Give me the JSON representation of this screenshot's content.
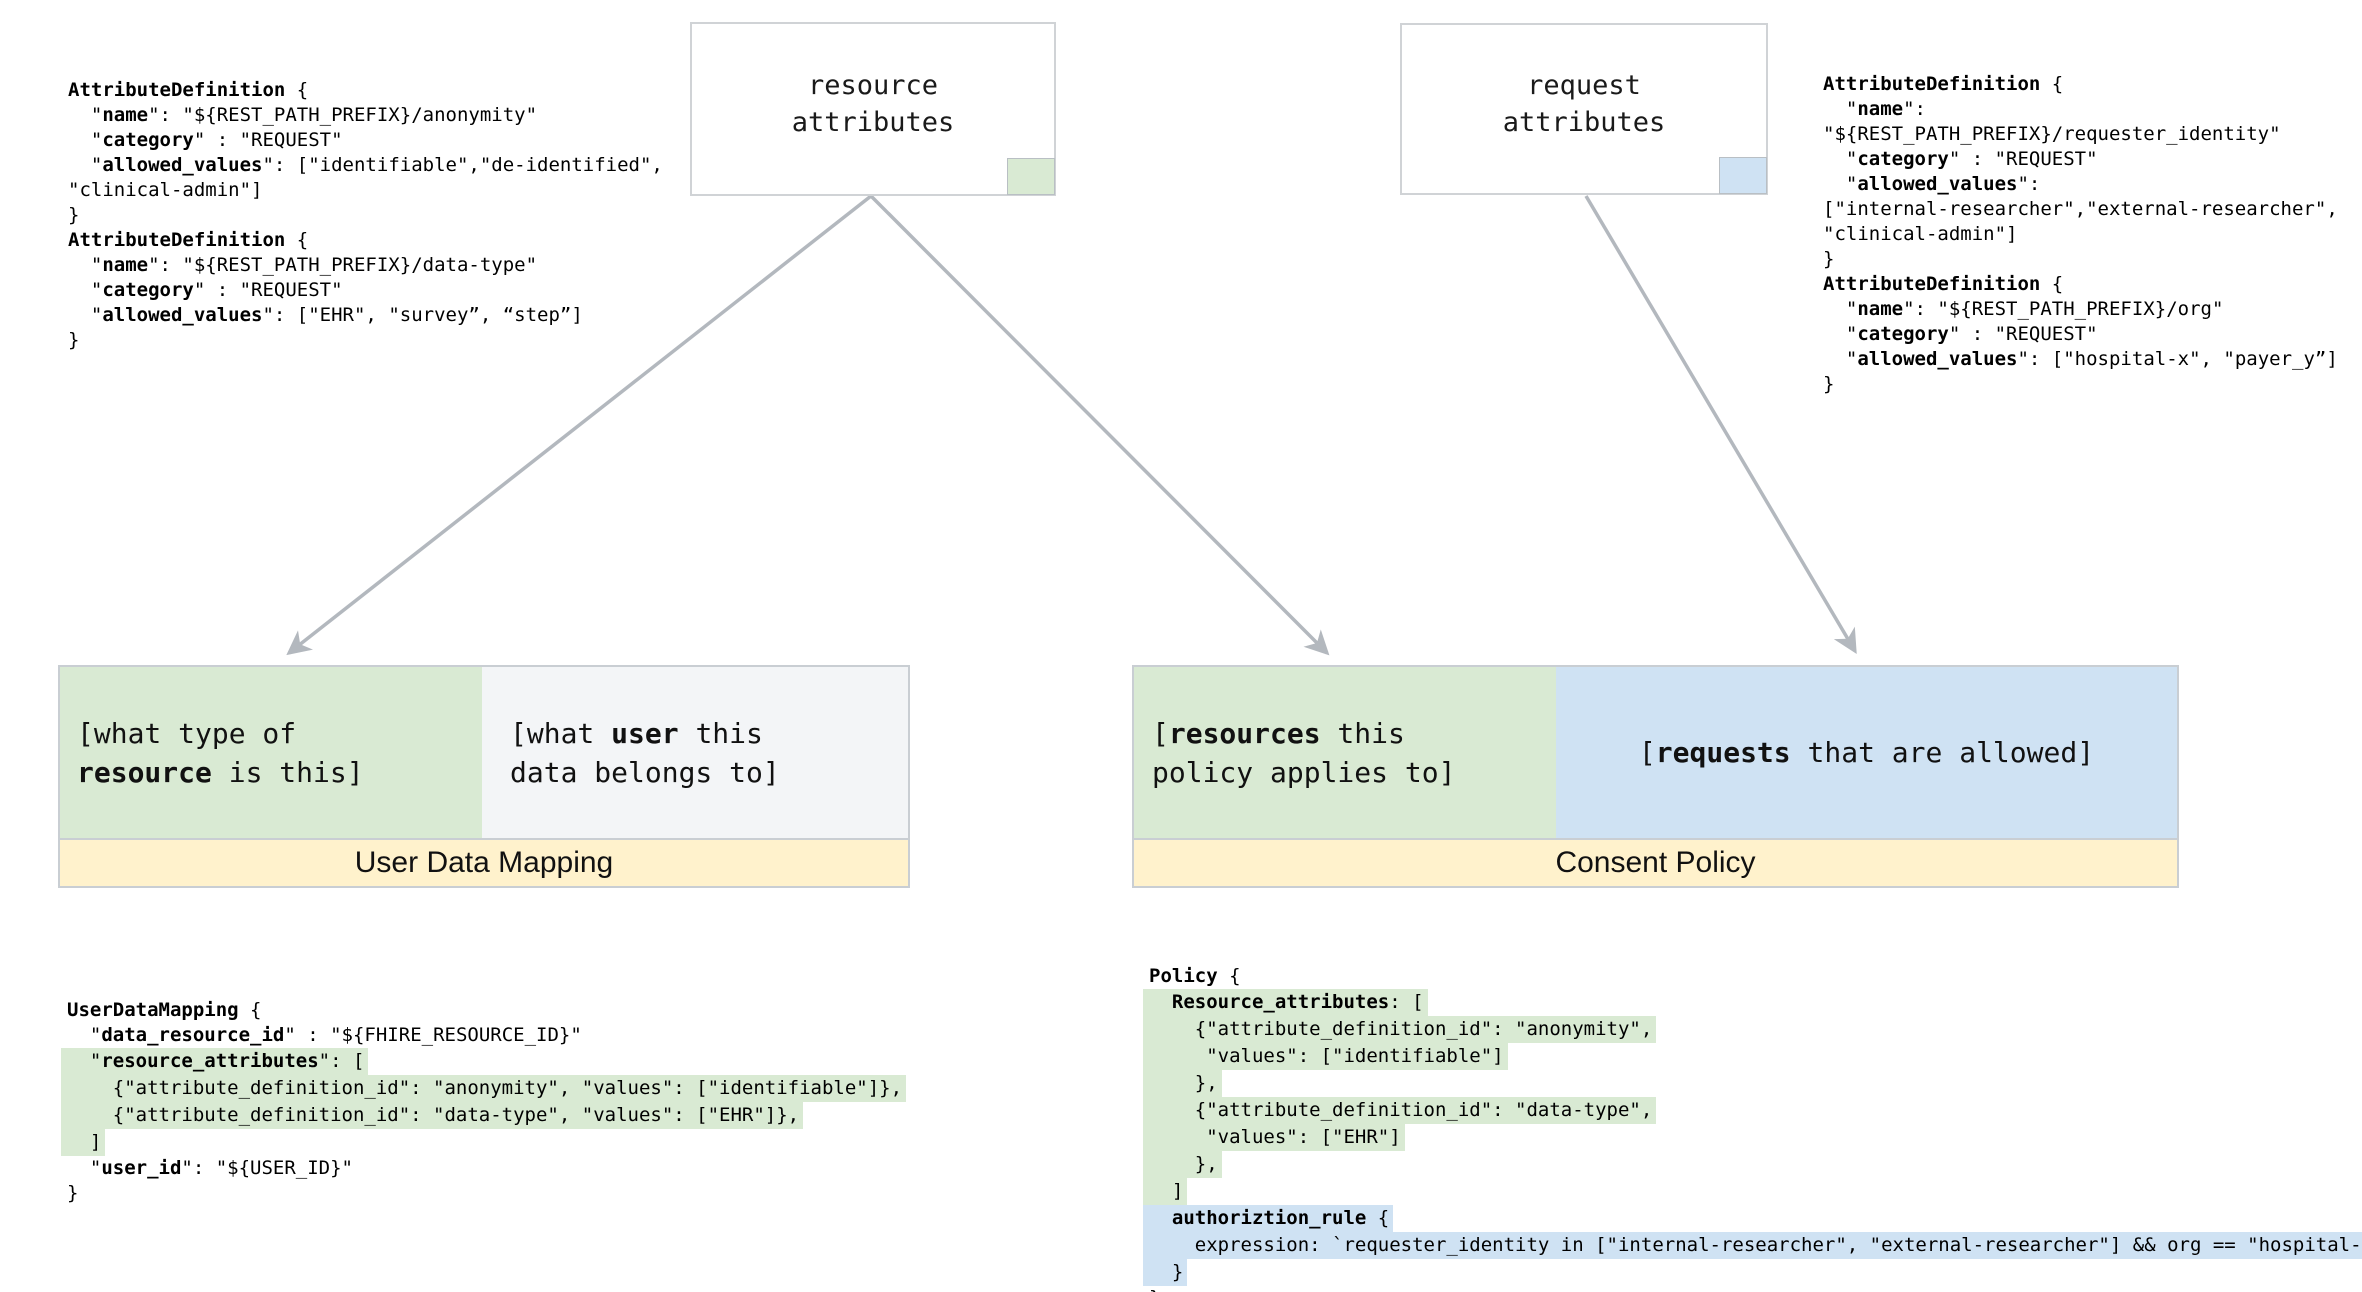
{
  "colors": {
    "green_accent": "#d9ead3",
    "blue_accent": "#cfe2f3",
    "yellow_accent": "#fff2cc",
    "gray_section": "#f3f5f7",
    "arrow_gray": "#b3b8be",
    "border_gray": "#c9ced3"
  },
  "resource_box": {
    "label": "resource\nattributes"
  },
  "request_box": {
    "label": "request\nattributes"
  },
  "top_left_code": {
    "lines": [
      {
        "h": "",
        "s": [
          [
            "AttributeDefinition",
            1
          ],
          [
            " {",
            0
          ]
        ]
      },
      {
        "h": "",
        "s": [
          [
            "  \"",
            0
          ],
          [
            "name",
            1
          ],
          [
            "\": \"${REST_PATH_PREFIX}/anonymity\"",
            0
          ]
        ]
      },
      {
        "h": "",
        "s": [
          [
            "  \"",
            0
          ],
          [
            "category",
            1
          ],
          [
            "\" : \"REQUEST\"",
            0
          ]
        ]
      },
      {
        "h": "",
        "s": [
          [
            "  \"",
            0
          ],
          [
            "allowed_values",
            1
          ],
          [
            "\": [\"identifiable\",\"de-identified\",",
            0
          ]
        ]
      },
      {
        "h": "",
        "s": [
          [
            "\"clinical-admin\"]",
            0
          ]
        ]
      },
      {
        "h": "",
        "s": [
          [
            "}",
            0
          ]
        ]
      },
      {
        "h": "",
        "s": [
          [
            "AttributeDefinition",
            1
          ],
          [
            " {",
            0
          ]
        ]
      },
      {
        "h": "",
        "s": [
          [
            "  \"",
            0
          ],
          [
            "name",
            1
          ],
          [
            "\": \"${REST_PATH_PREFIX}/data-type\"",
            0
          ]
        ]
      },
      {
        "h": "",
        "s": [
          [
            "  \"",
            0
          ],
          [
            "category",
            1
          ],
          [
            "\" : \"REQUEST\"",
            0
          ]
        ]
      },
      {
        "h": "",
        "s": [
          [
            "  \"",
            0
          ],
          [
            "allowed_values",
            1
          ],
          [
            "\": [\"EHR\", \"survey”, “step”]",
            0
          ]
        ]
      },
      {
        "h": "",
        "s": [
          [
            "}",
            0
          ]
        ]
      }
    ]
  },
  "top_right_code": {
    "lines": [
      {
        "h": "",
        "s": [
          [
            "AttributeDefinition",
            1
          ],
          [
            " {",
            0
          ]
        ]
      },
      {
        "h": "",
        "s": [
          [
            "  \"",
            0
          ],
          [
            "name",
            1
          ],
          [
            "\":",
            0
          ]
        ]
      },
      {
        "h": "",
        "s": [
          [
            "\"${REST_PATH_PREFIX}/requester_identity\"",
            0
          ]
        ]
      },
      {
        "h": "",
        "s": [
          [
            "  \"",
            0
          ],
          [
            "category",
            1
          ],
          [
            "\" : \"REQUEST\"",
            0
          ]
        ]
      },
      {
        "h": "",
        "s": [
          [
            "  \"",
            0
          ],
          [
            "allowed_values",
            1
          ],
          [
            "\":",
            0
          ]
        ]
      },
      {
        "h": "",
        "s": [
          [
            "[\"internal-researcher\",\"external-researcher\",",
            0
          ]
        ]
      },
      {
        "h": "",
        "s": [
          [
            "\"clinical-admin\"]",
            0
          ]
        ]
      },
      {
        "h": "",
        "s": [
          [
            "}",
            0
          ]
        ]
      },
      {
        "h": "",
        "s": [
          [
            "AttributeDefinition",
            1
          ],
          [
            " {",
            0
          ]
        ]
      },
      {
        "h": "",
        "s": [
          [
            "  \"",
            0
          ],
          [
            "name",
            1
          ],
          [
            "\": \"${REST_PATH_PREFIX}/org\"",
            0
          ]
        ]
      },
      {
        "h": "",
        "s": [
          [
            "  \"",
            0
          ],
          [
            "category",
            1
          ],
          [
            "\" : \"REQUEST\"",
            0
          ]
        ]
      },
      {
        "h": "",
        "s": [
          [
            "  \"",
            0
          ],
          [
            "allowed_values",
            1
          ],
          [
            "\": [\"hospital-x\", \"payer_y”]",
            0
          ]
        ]
      },
      {
        "h": "",
        "s": [
          [
            "}",
            0
          ]
        ]
      }
    ]
  },
  "user_data_mapping": {
    "title": "User Data Mapping",
    "resource_section": {
      "lines": [
        {
          "h": "",
          "s": [
            [
              "[what type of",
              0
            ]
          ]
        },
        {
          "h": "",
          "s": [
            [
              "resource",
              1
            ],
            [
              " is this]",
              0
            ]
          ]
        }
      ]
    },
    "user_section": {
      "lines": [
        {
          "h": "",
          "s": [
            [
              "[what ",
              0
            ],
            [
              "user",
              1
            ],
            [
              " this",
              0
            ]
          ]
        },
        {
          "h": "",
          "s": [
            [
              "data belongs to]",
              0
            ]
          ]
        }
      ]
    }
  },
  "consent_policy": {
    "title": "Consent Policy",
    "resources_section": {
      "lines": [
        {
          "h": "",
          "s": [
            [
              "[",
              0
            ],
            [
              "resources",
              1
            ],
            [
              " this",
              0
            ]
          ]
        },
        {
          "h": "",
          "s": [
            [
              "policy applies to]",
              0
            ]
          ]
        }
      ]
    },
    "requests_section": {
      "lines": [
        {
          "h": "",
          "s": [
            [
              "[",
              0
            ],
            [
              "requests",
              1
            ],
            [
              " that are allowed]",
              0
            ]
          ]
        }
      ]
    }
  },
  "user_data_mapping_code": {
    "lines": [
      {
        "h": "",
        "s": [
          [
            "UserDataMapping",
            1
          ],
          [
            " {",
            0
          ]
        ]
      },
      {
        "h": "",
        "s": [
          [
            "  \"",
            0
          ],
          [
            "data_resource_id",
            1
          ],
          [
            "\" : \"${FHIRE_RESOURCE_ID}\"",
            0
          ]
        ]
      },
      {
        "h": "g",
        "s": [
          [
            "  \"",
            0
          ],
          [
            "resource_attributes",
            1
          ],
          [
            "\": [",
            0
          ]
        ]
      },
      {
        "h": "g",
        "s": [
          [
            "    {\"attribute_definition_id\": \"anonymity\", \"values\": [\"identifiable\"]},",
            0
          ]
        ]
      },
      {
        "h": "g",
        "s": [
          [
            "    {\"attribute_definition_id\": \"data-type\", \"values\": [\"EHR\"]},",
            0
          ]
        ]
      },
      {
        "h": "g",
        "s": [
          [
            "  ]",
            0
          ]
        ]
      },
      {
        "h": "",
        "s": [
          [
            "  \"",
            0
          ],
          [
            "user_id",
            1
          ],
          [
            "\": \"${USER_ID}\"",
            0
          ]
        ]
      },
      {
        "h": "",
        "s": [
          [
            "}",
            0
          ]
        ]
      }
    ]
  },
  "policy_code": {
    "lines": [
      {
        "h": "",
        "s": [
          [
            "Policy",
            1
          ],
          [
            " {",
            0
          ]
        ]
      },
      {
        "h": "g",
        "s": [
          [
            "  ",
            0
          ],
          [
            "Resource_attributes",
            1
          ],
          [
            ": [",
            0
          ]
        ]
      },
      {
        "h": "g",
        "s": [
          [
            "    {\"attribute_definition_id\": \"anonymity\",",
            0
          ]
        ]
      },
      {
        "h": "g",
        "s": [
          [
            "     \"values\": [\"identifiable\"]",
            0
          ]
        ]
      },
      {
        "h": "g",
        "s": [
          [
            "    },",
            0
          ]
        ]
      },
      {
        "h": "g",
        "s": [
          [
            "    {\"attribute_definition_id\": \"data-type\",",
            0
          ]
        ]
      },
      {
        "h": "g",
        "s": [
          [
            "     \"values\": [\"EHR\"]",
            0
          ]
        ]
      },
      {
        "h": "g",
        "s": [
          [
            "    },",
            0
          ]
        ]
      },
      {
        "h": "g",
        "s": [
          [
            "  ]",
            0
          ]
        ]
      },
      {
        "h": "b",
        "s": [
          [
            "  ",
            0
          ],
          [
            "authoriztion_rule",
            1
          ],
          [
            " {",
            0
          ]
        ]
      },
      {
        "h": "b",
        "s": [
          [
            "    expression: `requester_identity in [\"internal-researcher\", \"external-researcher\"] && org == \"hospital-x\"`",
            0
          ]
        ]
      },
      {
        "h": "b",
        "s": [
          [
            "  }",
            0
          ]
        ]
      },
      {
        "h": "",
        "s": [
          [
            "}",
            0
          ]
        ]
      }
    ]
  }
}
